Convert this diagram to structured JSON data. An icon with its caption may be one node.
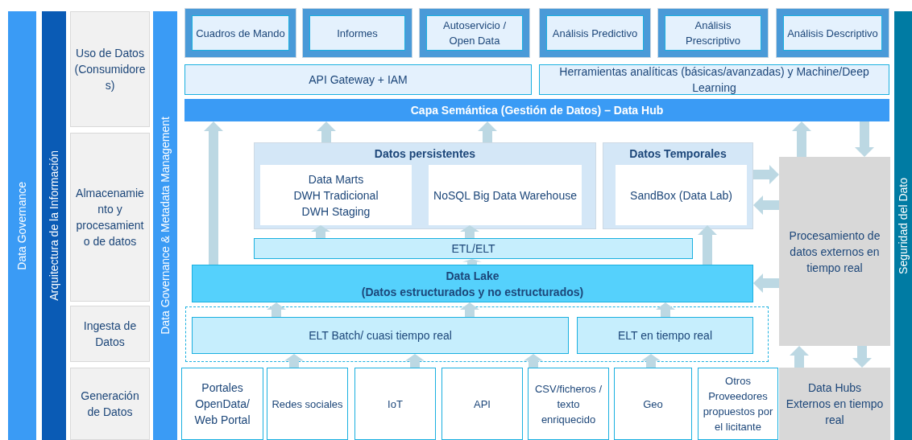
{
  "diagram": {
    "nodes": [
      {
        "text": [
          "Data Governance"
        ]
      },
      {
        "text": [
          "Arquitectura de la Información"
        ]
      },
      {
        "text": [
          "Uso de Datos (Consumidores)"
        ]
      },
      {
        "text": [
          "Almacenamiento y procesamiento de datos"
        ]
      },
      {
        "text": [
          "Ingesta de Datos"
        ]
      },
      {
        "text": [
          "Generación de Datos"
        ]
      },
      {
        "text": [
          "Data Governance & Metadata Management"
        ]
      },
      {
        "text": [
          "Cuadros de Mando"
        ]
      },
      {
        "text": [
          "Informes"
        ]
      },
      {
        "text": [
          "Autoservicio / Open Data"
        ]
      },
      {
        "text": [
          "Análisis Predictivo"
        ]
      },
      {
        "text": [
          "Análisis Prescriptivo"
        ]
      },
      {
        "text": [
          "Análisis Descriptivo"
        ]
      },
      {
        "text": [
          "API Gateway + IAM"
        ]
      },
      {
        "text": [
          "Herramientas analíticas (básicas/avanzadas) y Machine/Deep Learning"
        ]
      },
      {
        "text": [
          "Capa Semántica (Gestión de Datos) – Data Hub"
        ]
      },
      {
        "text": [
          "Datos persistentes"
        ]
      },
      {
        "text": [
          "Data Marts",
          "DWH Tradicional",
          "DWH Staging"
        ],
        "in": 16
      },
      {
        "text": [
          "NoSQL Big Data Warehouse"
        ],
        "in": 16
      },
      {
        "text": [
          "Datos Temporales"
        ]
      },
      {
        "text": [
          "SandBox (Data Lab)"
        ],
        "in": 19
      },
      {
        "text": [
          "Procesamiento de datos externos en tiempo real"
        ]
      },
      {
        "text": [
          "ETL/ELT"
        ]
      },
      {
        "text": [
          "Data Lake",
          "(Datos estructurados y no estructurados)"
        ]
      },
      {
        "text": [],
        "shape": "box"
      },
      {
        "text": [
          "ELT Batch/ cuasi tiempo real"
        ],
        "in": 24
      },
      {
        "text": [
          "ELT en tiempo real"
        ],
        "in": 24
      },
      {
        "text": [
          "Portales OpenData/ Web Portal"
        ]
      },
      {
        "text": [
          "Redes sociales"
        ]
      },
      {
        "text": [
          "IoT"
        ]
      },
      {
        "text": [
          "API"
        ]
      },
      {
        "text": [
          "CSV/ficheros / texto enriquecido"
        ]
      },
      {
        "text": [
          "Geo"
        ]
      },
      {
        "text": [
          "Otros Proveedores propuestos por el licitante"
        ]
      },
      {
        "text": [
          "Data Hubs Externos en tiempo real"
        ]
      },
      {
        "text": [
          "Seguridad del Dato"
        ]
      }
    ],
    "edges": [
      {
        "from": 28,
        "to": 25,
        "arrow": "to"
      },
      {
        "from": 29,
        "to": 25,
        "arrow": "to"
      },
      {
        "from": 31,
        "to": 25,
        "arrow": "to"
      },
      {
        "from": 32,
        "to": 26,
        "arrow": "to"
      },
      {
        "from": 25,
        "to": 23,
        "arrow": "to"
      },
      {
        "from": 25,
        "to": 23,
        "arrow": "to"
      },
      {
        "from": 26,
        "to": 23,
        "arrow": "to"
      },
      {
        "from": 23,
        "to": 22,
        "arrow": "to"
      },
      {
        "from": 22,
        "to": 17,
        "arrow": "to"
      },
      {
        "from": 22,
        "to": 18,
        "arrow": "to"
      },
      {
        "from": 23,
        "to": 20,
        "arrow": "to"
      },
      {
        "from": 23,
        "to": 15,
        "arrow": "to"
      },
      {
        "from": 16,
        "to": 15,
        "arrow": "to"
      },
      {
        "from": 16,
        "to": 15,
        "arrow": "to"
      },
      {
        "from": 21,
        "to": 15,
        "arrow": "to"
      },
      {
        "from": 15,
        "to": 21,
        "arrow": "to"
      },
      {
        "from": 19,
        "to": 21,
        "arrow": "to"
      },
      {
        "from": 21,
        "to": 19,
        "arrow": "to"
      },
      {
        "from": 21,
        "to": 23,
        "arrow": "to"
      },
      {
        "from": 34,
        "to": 21,
        "arrow": "to"
      },
      {
        "from": 21,
        "to": 34,
        "arrow": "to"
      }
    ]
  }
}
